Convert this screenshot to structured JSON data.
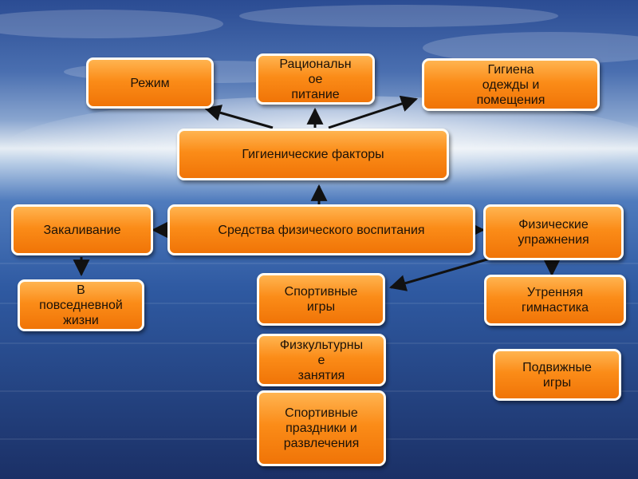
{
  "colors": {
    "box_fill": "#fb8c18",
    "box_border": "#fffdf6",
    "arrow": "#111111"
  },
  "nodes": {
    "rezhim": "Режим",
    "pitanie": "Рациональн\nое\nпитание",
    "gigiena_odezhdy": "Гигиена\nодежды и\nпомещения",
    "gigienicheskie_faktory": "Гигиенические факторы",
    "zakalivanie": "Закаливание",
    "sredstva": "Средства физического воспитания",
    "fizicheskie_uprazhneniya": "Физические\nупражнения",
    "v_povsednevnoy": "В\nповседневной\nжизни",
    "sportivnye_igry": "Спортивные\nигры",
    "utrennyaya_gimnastika": "Утренняя\nгимнастика",
    "fizkulturnye_zanyatiya": "Физкультурны\nе\nзанятия",
    "podvizhnye_igry": "Подвижные\nигры",
    "sportivnye_prazdniki": "Спортивные\nпраздники и\nразвлечения"
  }
}
